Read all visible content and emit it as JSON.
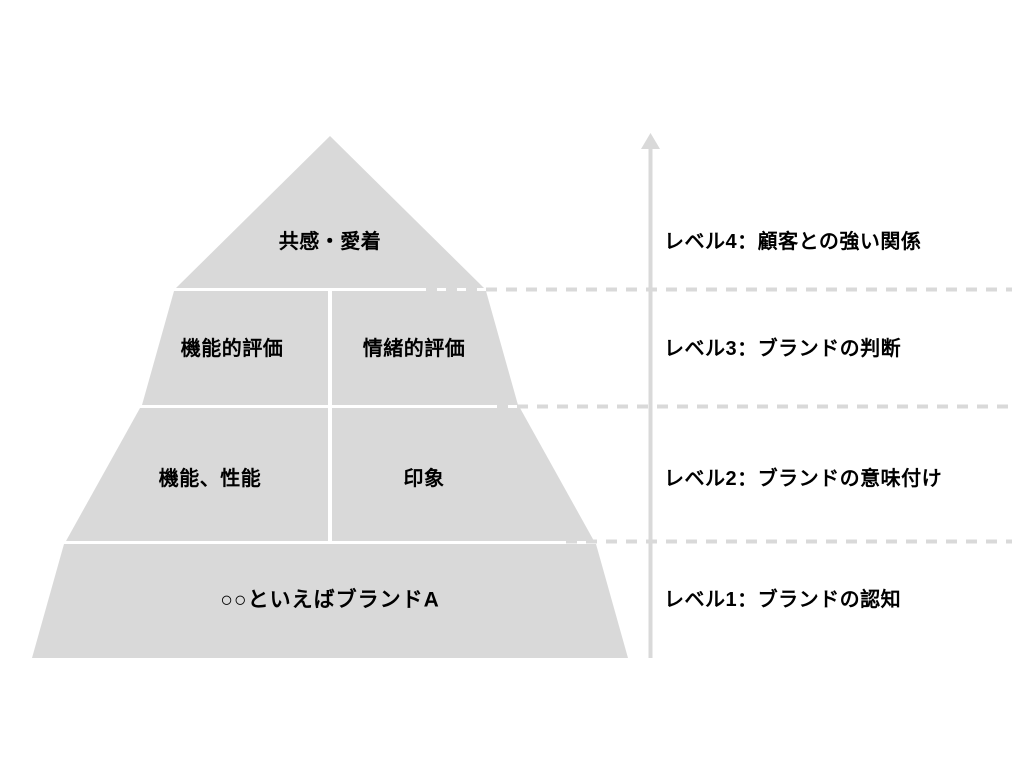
{
  "diagram": {
    "title_text": "",
    "background_color": "#FFFFFF",
    "pyramid": {
      "fill_color": "#D9D9D9",
      "divider_color": "#FFFFFF",
      "tiers": [
        {
          "tier": 4,
          "cells": [
            {
              "text": "共感・愛着"
            }
          ]
        },
        {
          "tier": 3,
          "cells": [
            {
              "text": "機能的評価"
            },
            {
              "text": "情緒的評価"
            }
          ]
        },
        {
          "tier": 2,
          "cells": [
            {
              "text": "機能、性能"
            },
            {
              "text": "印象"
            }
          ]
        },
        {
          "tier": 1,
          "cells": [
            {
              "text": "○○といえばブランドA"
            }
          ]
        }
      ]
    },
    "axis": {
      "icon": "up-arrow-icon",
      "line_color": "#D9D9D9",
      "dash_color": "#D9D9D9"
    },
    "levels": [
      {
        "label": "レベル4：顧客との強い関係"
      },
      {
        "label": "レベル3：ブランドの判断"
      },
      {
        "label": "レベル2：ブランドの意味付け"
      },
      {
        "label": "レベル1：ブランドの認知"
      }
    ]
  }
}
